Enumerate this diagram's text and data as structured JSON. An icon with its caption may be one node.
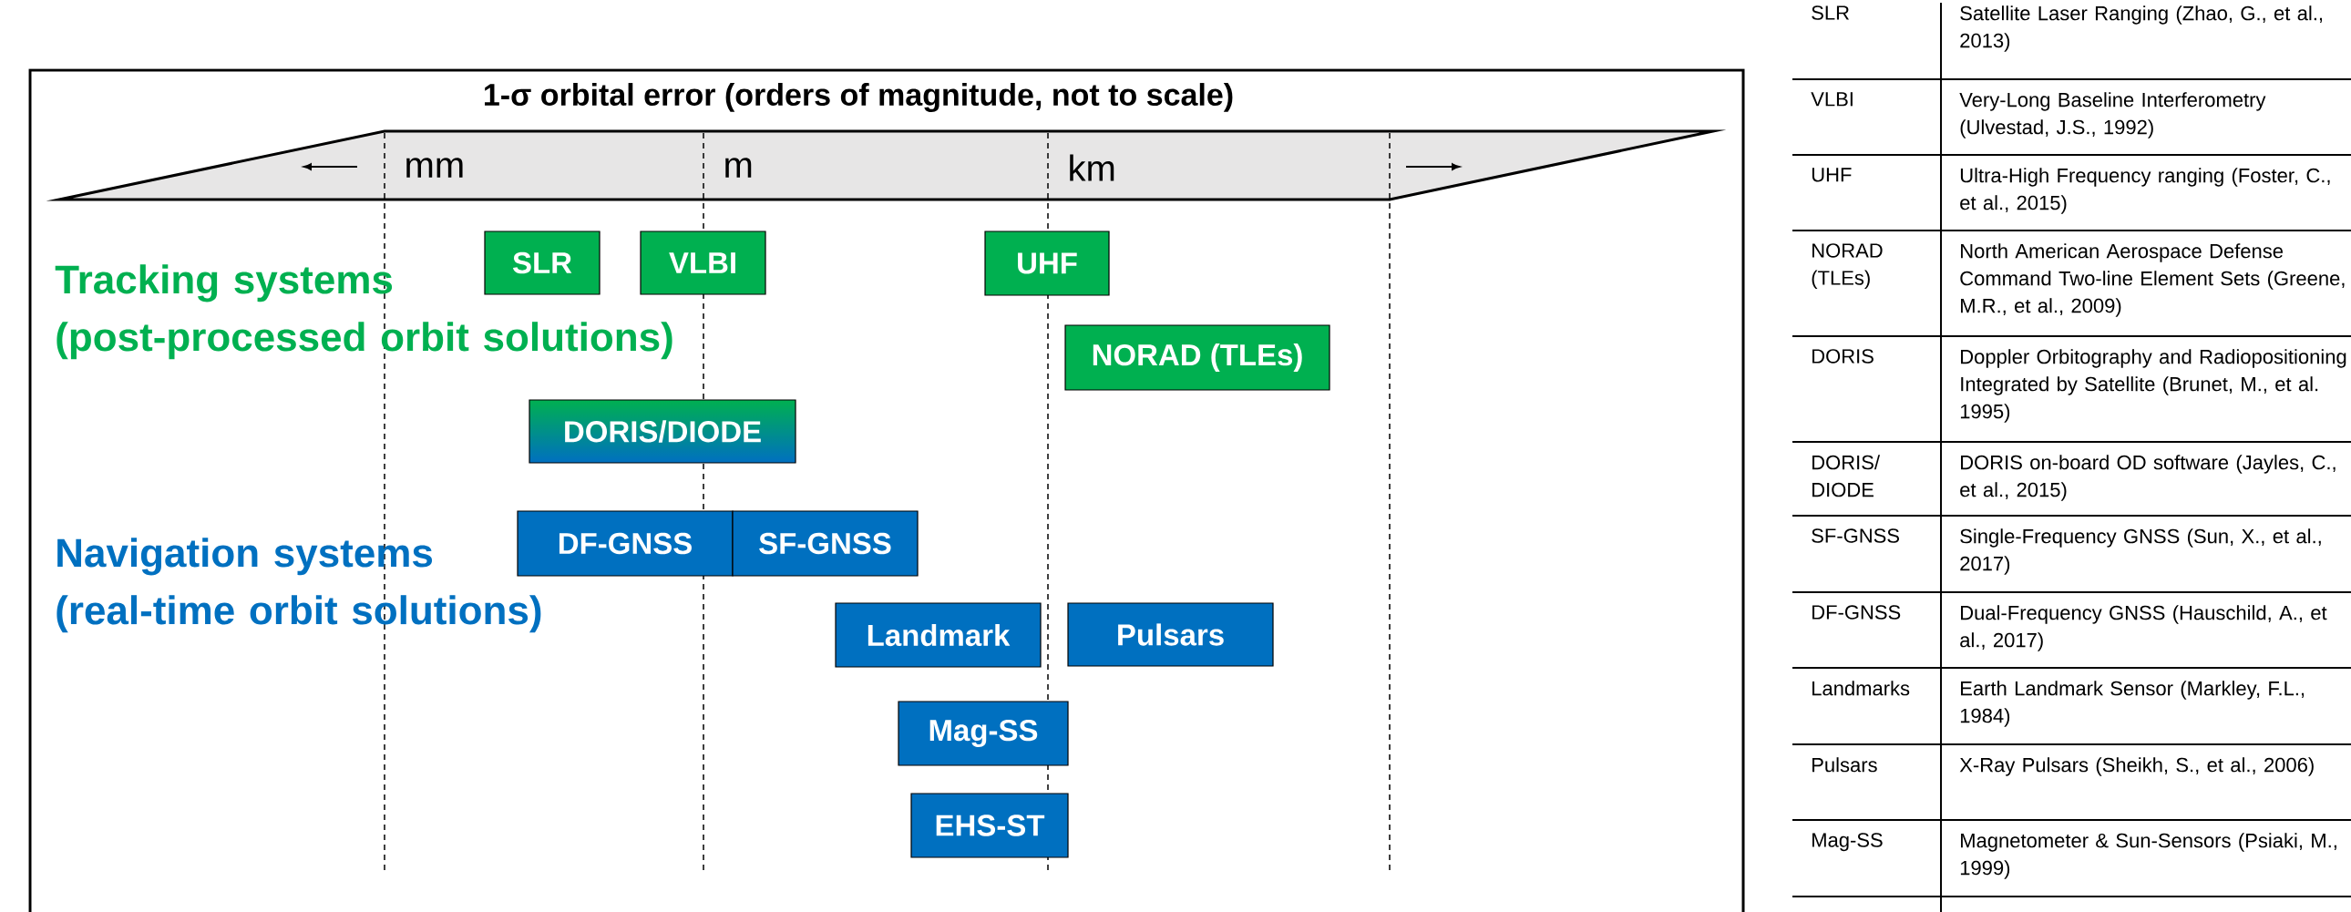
{
  "diagram": {
    "title": "1-σ orbital error (orders of magnitude, not to scale)",
    "nodes": [
      {
        "text": [
          "SLR"
        ]
      },
      {
        "text": [
          "VLBI"
        ]
      },
      {
        "text": [
          "UHF"
        ]
      },
      {
        "text": [
          "NORAD (TLEs)"
        ]
      },
      {
        "text": [
          "DORIS/DIODE"
        ]
      },
      {
        "text": [
          "DF-GNSS"
        ]
      },
      {
        "text": [
          "SF-GNSS"
        ]
      },
      {
        "text": [
          "Landmark"
        ]
      },
      {
        "text": [
          "Pulsars"
        ]
      },
      {
        "text": [
          "Mag-SS"
        ]
      },
      {
        "text": [
          "EHS-ST"
        ]
      }
    ],
    "labels": [
      "mm",
      "m",
      "km",
      "Tracking systems (post-processed orbit solutions)",
      "Navigation systems (real-time orbit solutions)",
      "SLR",
      "Satellite Laser Ranging (Zhao, G., et al., 2013)",
      "VLBI",
      "Very-Long Baseline Interferometry (Ulvestad, J.S., 1992)",
      "UHF",
      "Ultra-High Frequency ranging (Foster, C., et al., 2015)",
      "NORAD (TLEs)",
      "North American Aerospace Defense Command Two-line Element Sets (Greene, M.R., et al., 2009)",
      "DORIS",
      "Doppler Orbitography and Radiopositioning Integrated by Satellite (Brunet, M., et al. 1995)",
      "DORIS/ DIODE",
      "DORIS on-board OD software (Jayles, C., et al., 2015)",
      "SF-GNSS",
      "Single-Frequency GNSS (Sun, X., et al., 2017)",
      "DF-GNSS",
      "Dual-Frequency GNSS (Hauschild, A., et al., 2017)",
      "Landmarks",
      "Earth Landmark Sensor (Markley, F.L., 1984)",
      "Pulsars",
      "X-Ray Pulsars (Sheikh, S., et al., 2006)",
      "Mag-SS",
      "Magnetometer & Sun-Sensors (Psiaki, M., 1999)"
    ]
  }
}
